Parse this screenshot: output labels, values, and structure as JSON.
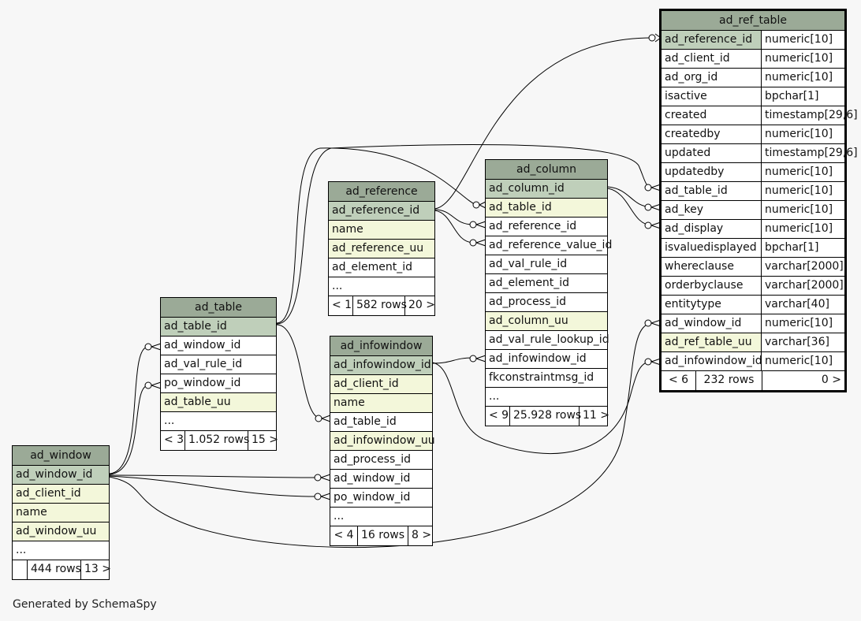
{
  "tables": {
    "ad_ref_table": {
      "name": "ad_ref_table",
      "columns": [
        {
          "name": "ad_reference_id",
          "type": "numeric[10]",
          "style": "pk"
        },
        {
          "name": "ad_client_id",
          "type": "numeric[10]",
          "style": ""
        },
        {
          "name": "ad_org_id",
          "type": "numeric[10]",
          "style": ""
        },
        {
          "name": "isactive",
          "type": "bpchar[1]",
          "style": ""
        },
        {
          "name": "created",
          "type": "timestamp[29,6]",
          "style": ""
        },
        {
          "name": "createdby",
          "type": "numeric[10]",
          "style": ""
        },
        {
          "name": "updated",
          "type": "timestamp[29,6]",
          "style": ""
        },
        {
          "name": "updatedby",
          "type": "numeric[10]",
          "style": ""
        },
        {
          "name": "ad_table_id",
          "type": "numeric[10]",
          "style": ""
        },
        {
          "name": "ad_key",
          "type": "numeric[10]",
          "style": ""
        },
        {
          "name": "ad_display",
          "type": "numeric[10]",
          "style": ""
        },
        {
          "name": "isvaluedisplayed",
          "type": "bpchar[1]",
          "style": ""
        },
        {
          "name": "whereclause",
          "type": "varchar[2000]",
          "style": ""
        },
        {
          "name": "orderbyclause",
          "type": "varchar[2000]",
          "style": ""
        },
        {
          "name": "entitytype",
          "type": "varchar[40]",
          "style": ""
        },
        {
          "name": "ad_window_id",
          "type": "numeric[10]",
          "style": ""
        },
        {
          "name": "ad_ref_table_uu",
          "type": "varchar[36]",
          "style": "uu"
        },
        {
          "name": "ad_infowindow_id",
          "type": "numeric[10]",
          "style": ""
        }
      ],
      "meta": {
        "parents": "< 6",
        "rows": "232 rows",
        "children": "0 >"
      }
    },
    "ad_column": {
      "name": "ad_column",
      "columns": [
        {
          "name": "ad_column_id",
          "style": "pk"
        },
        {
          "name": "ad_table_id",
          "style": "uu"
        },
        {
          "name": "ad_reference_id",
          "style": ""
        },
        {
          "name": "ad_reference_value_id",
          "style": ""
        },
        {
          "name": "ad_val_rule_id",
          "style": ""
        },
        {
          "name": "ad_element_id",
          "style": ""
        },
        {
          "name": "ad_process_id",
          "style": ""
        },
        {
          "name": "ad_column_uu",
          "style": "uu"
        },
        {
          "name": "ad_val_rule_lookup_id",
          "style": ""
        },
        {
          "name": "ad_infowindow_id",
          "style": ""
        },
        {
          "name": "fkconstraintmsg_id",
          "style": ""
        },
        {
          "name": "...",
          "style": ""
        }
      ],
      "meta": {
        "parents": "< 9",
        "rows": "25.928 rows",
        "children": "11 >"
      }
    },
    "ad_reference": {
      "name": "ad_reference",
      "columns": [
        {
          "name": "ad_reference_id",
          "style": "pk"
        },
        {
          "name": "name",
          "style": "uu"
        },
        {
          "name": "ad_reference_uu",
          "style": "uu"
        },
        {
          "name": "ad_element_id",
          "style": ""
        },
        {
          "name": "...",
          "style": ""
        }
      ],
      "meta": {
        "parents": "< 1",
        "rows": "582 rows",
        "children": "20 >"
      }
    },
    "ad_infowindow": {
      "name": "ad_infowindow",
      "columns": [
        {
          "name": "ad_infowindow_id",
          "style": "pk"
        },
        {
          "name": "ad_client_id",
          "style": "uu"
        },
        {
          "name": "name",
          "style": "uu"
        },
        {
          "name": "ad_table_id",
          "style": ""
        },
        {
          "name": "ad_infowindow_uu",
          "style": "uu"
        },
        {
          "name": "ad_process_id",
          "style": ""
        },
        {
          "name": "ad_window_id",
          "style": ""
        },
        {
          "name": "po_window_id",
          "style": ""
        },
        {
          "name": "...",
          "style": ""
        }
      ],
      "meta": {
        "parents": "< 4",
        "rows": "16 rows",
        "children": "8 >"
      }
    },
    "ad_table": {
      "name": "ad_table",
      "columns": [
        {
          "name": "ad_table_id",
          "style": "pk"
        },
        {
          "name": "ad_window_id",
          "style": ""
        },
        {
          "name": "ad_val_rule_id",
          "style": ""
        },
        {
          "name": "po_window_id",
          "style": ""
        },
        {
          "name": "ad_table_uu",
          "style": "uu"
        },
        {
          "name": "...",
          "style": ""
        }
      ],
      "meta": {
        "parents": "< 3",
        "rows": "1.052 rows",
        "children": "15 >"
      }
    },
    "ad_window": {
      "name": "ad_window",
      "columns": [
        {
          "name": "ad_window_id",
          "style": "pk"
        },
        {
          "name": "ad_client_id",
          "style": "uu"
        },
        {
          "name": "name",
          "style": "uu"
        },
        {
          "name": "ad_window_uu",
          "style": "uu"
        },
        {
          "name": "...",
          "style": ""
        }
      ],
      "meta": {
        "parents": "",
        "rows": "444 rows",
        "children": "13 >"
      }
    }
  },
  "footer": "Generated by SchemaSpy",
  "colors": {
    "header": "#9baa97",
    "primary_key": "#bfcfba",
    "unique": "#f3f7da",
    "background": "#f7f7f7"
  }
}
